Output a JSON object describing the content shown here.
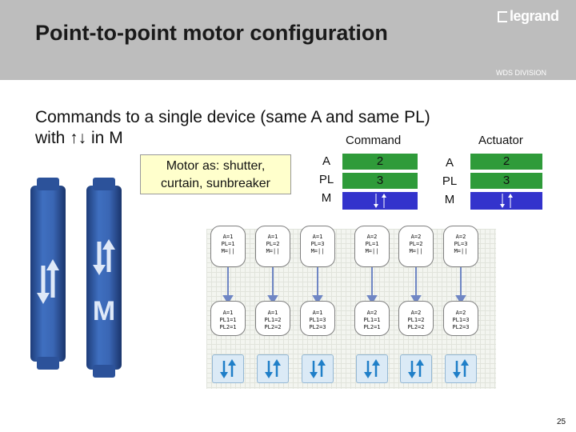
{
  "header": {
    "title": "Point-to-point motor configuration",
    "division": "WDS DIVISION",
    "logo_text": "legrand"
  },
  "subtitle": {
    "line1": "Commands to a single device (same A and same PL)",
    "line2": "with ↑↓ in M"
  },
  "labels": {
    "command": "Command",
    "actuator": "Actuator"
  },
  "motor_box": {
    "line1": "Motor as: shutter,",
    "line2": "curtain, sunbreaker"
  },
  "command": {
    "a_label": "A",
    "pl_label": "PL",
    "m_label": "M",
    "a_value": "2",
    "pl_value": "3"
  },
  "actuator": {
    "a_label": "A",
    "pl_label": "PL",
    "m_label": "M",
    "a_value": "2",
    "pl_value": "3"
  },
  "commands_row": [
    {
      "l1": "A=1",
      "l2": "PL=1",
      "l3": "M=||"
    },
    {
      "l1": "A=1",
      "l2": "PL=2",
      "l3": "M=||"
    },
    {
      "l1": "A=1",
      "l2": "PL=3",
      "l3": "M=||"
    },
    {
      "l1": "A=2",
      "l2": "PL=1",
      "l3": "M=||"
    },
    {
      "l1": "A=2",
      "l2": "PL=2",
      "l3": "M=||"
    },
    {
      "l1": "A=2",
      "l2": "PL=3",
      "l3": "M=||"
    }
  ],
  "actuators_row": [
    {
      "l1": "A=1",
      "l2": "PL1=1",
      "l3": "PL2=1"
    },
    {
      "l1": "A=1",
      "l2": "PL1=2",
      "l3": "PL2=2"
    },
    {
      "l1": "A=1",
      "l2": "PL1=3",
      "l3": "PL2=3"
    },
    {
      "l1": "A=2",
      "l2": "PL1=1",
      "l3": "PL2=1"
    },
    {
      "l1": "A=2",
      "l2": "PL1=2",
      "l3": "PL2=2"
    },
    {
      "l1": "A=2",
      "l2": "PL1=3",
      "l3": "PL2=3"
    }
  ],
  "page_number": "25",
  "colors": {
    "header_bg": "#bdbdbd",
    "green": "#2f9b3a",
    "blue": "#3333cc",
    "note_bg": "#ffffcc"
  },
  "icons": {
    "up_down_arrows": "up-down-arrows-icon",
    "cable": "cable-icon"
  }
}
